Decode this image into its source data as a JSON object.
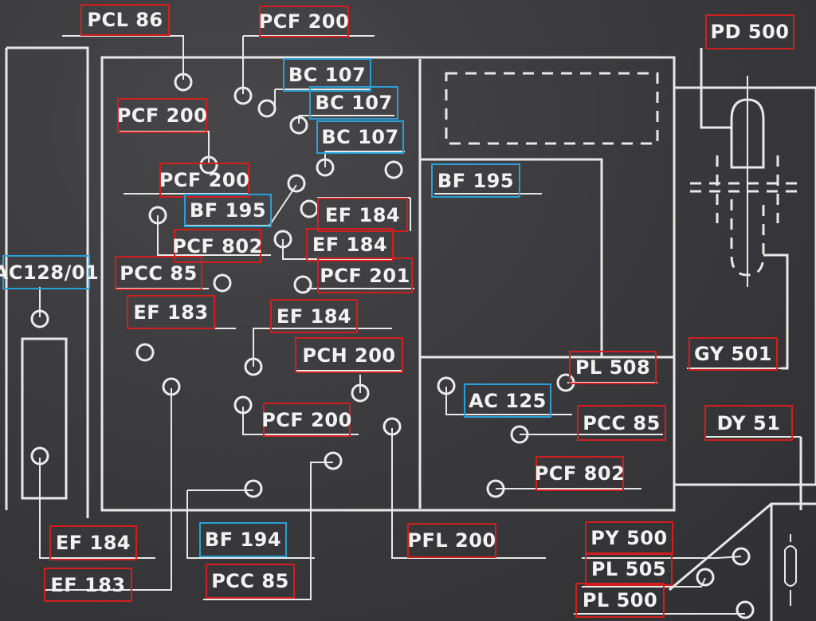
{
  "colors": {
    "background": "#3a3a3d",
    "print": "#e8e8e8",
    "box_red": "#d11f1f",
    "box_blue": "#2a9fd6"
  },
  "labels": {
    "pcl86": "PCL 86",
    "pcf200_top": "PCF 200",
    "pd500": "PD 500",
    "bc107_a": "BC 107",
    "bc107_b": "BC 107",
    "bc107_c": "BC 107",
    "pcf200_left": "PCF 200",
    "pcf200_mid": "PCF 200",
    "bf195_mid": "BF 195",
    "bf195_right": "BF 195",
    "ef184_a": "EF 184",
    "ef184_b": "EF 184",
    "pcf802_mid": "PCF 802",
    "ac128": "AC128/01",
    "pcc85_left": "PCC 85",
    "pcf201": "PCF 201",
    "ef183_mid": "EF 183",
    "ef184_c": "EF 184",
    "pch200": "PCH 200",
    "gy501": "GY 501",
    "pl508": "PL 508",
    "ac125": "AC 125",
    "pcf200_low": "PCF 200",
    "pcc85_right": "PCC 85",
    "dy51": "DY 51",
    "pcf802_right": "PCF 802",
    "ef184_bottom": "EF 184",
    "bf194": "BF 194",
    "pfl200": "PFL 200",
    "py500": "PY 500",
    "ef183_bottom": "EF 183",
    "pcc85_bottom": "PCC 85",
    "pl505": "PL 505",
    "pl500": "PL 500"
  }
}
